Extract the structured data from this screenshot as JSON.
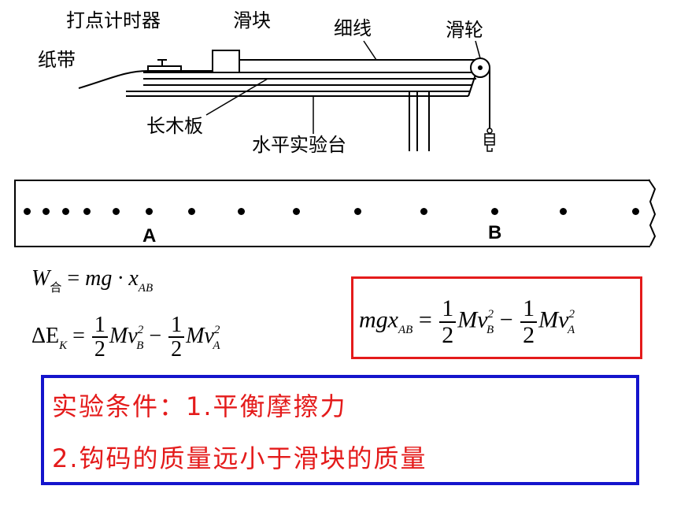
{
  "apparatus": {
    "labels": {
      "timer": "打点计时器",
      "slider": "滑块",
      "string": "细线",
      "pulley": "滑轮",
      "tape": "纸带",
      "board": "长木板",
      "table": "水平实验台"
    }
  },
  "tape_strip": {
    "point_a": "A",
    "point_b": "B"
  },
  "equations": {
    "work": {
      "symbol": "W",
      "subscript": "合",
      "rhs": "mg · x",
      "rhs_sub": "AB"
    },
    "energy": {
      "lhs": "ΔE",
      "lhs_sub": "K",
      "one": "1",
      "two": "2",
      "term": "Mv",
      "sub_b": "B",
      "sub_a": "A",
      "sup": "2",
      "minus": "−"
    },
    "boxed": {
      "lhs": "mgx",
      "lhs_sub": "AB"
    }
  },
  "conditions": {
    "line1": "实验条件：1.平衡摩擦力",
    "line2": "2.钩码的质量远小于滑块的质量"
  },
  "colors": {
    "condition_text": "#e41b1b",
    "red_box": "#e41b1b",
    "blue_box": "#1414cc"
  }
}
